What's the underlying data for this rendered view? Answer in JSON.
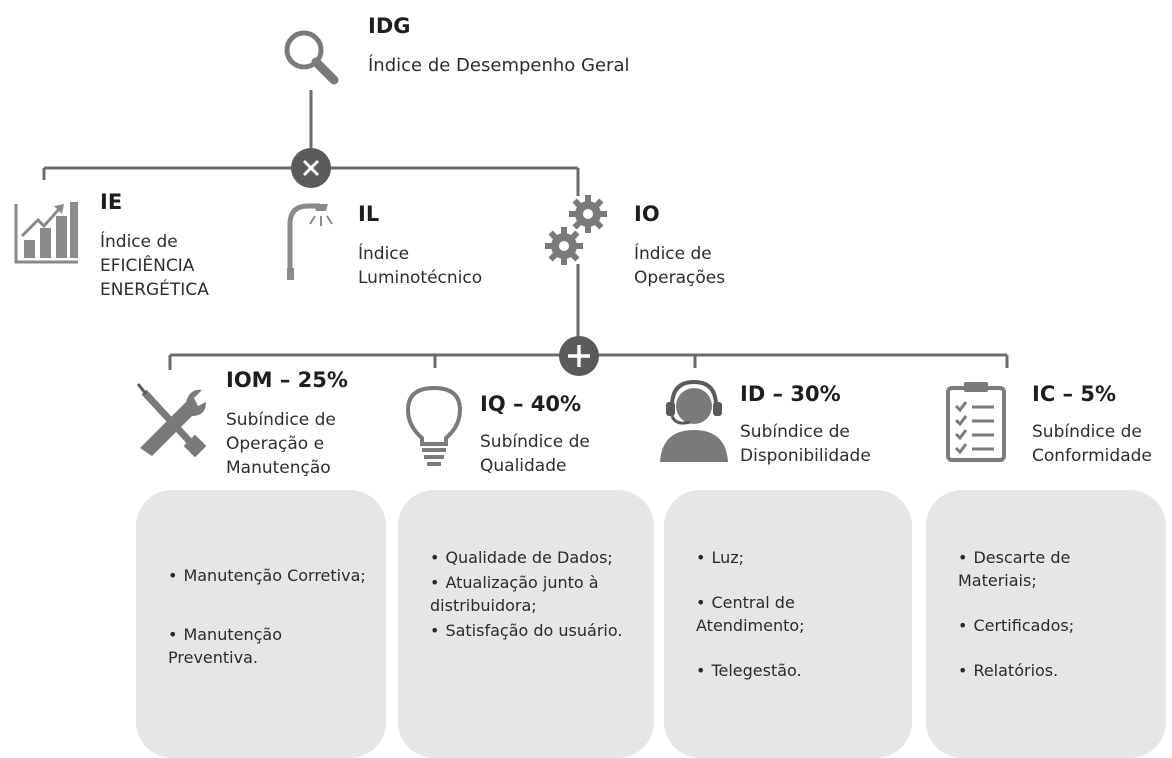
{
  "idg": {
    "code": "IDG",
    "name": "Índice de Desempenho Geral"
  },
  "operators": {
    "multiply": "×",
    "plus": "+"
  },
  "indices": [
    {
      "code": "IE",
      "lines": "Índice de\nEFICIÊNCIA\nENERGÉTICA",
      "icon": "bar-chart-icon"
    },
    {
      "code": "IL",
      "lines": "Índice\nLuminotécnico",
      "icon": "street-lamp-icon"
    },
    {
      "code": "IO",
      "lines": "Índice de\nOperações",
      "icon": "gears-icon"
    }
  ],
  "subindices": [
    {
      "code": "IOM – 25%",
      "lines": "Subíndice de\nOperação e\nManutenção",
      "icon": "tools-icon",
      "items": [
        "Manutenção Corretiva;",
        "Manutenção Preventiva."
      ]
    },
    {
      "code": "IQ – 40%",
      "lines": "Subíndice de\nQualidade",
      "icon": "lightbulb-icon",
      "items": [
        "Qualidade de Dados;",
        "Atualização junto à distribuidora;",
        "Satisfação do usuário."
      ]
    },
    {
      "code": "ID – 30%",
      "lines": "Subíndice de\nDisponibilidade",
      "icon": "headset-user-icon",
      "items": [
        "Luz;",
        "Central de Atendimento;",
        "Telegestão."
      ]
    },
    {
      "code": "IC – 5%",
      "lines": "Subíndice de\nConformidade",
      "icon": "checklist-icon",
      "items": [
        "Descarte de Materiais;",
        "Certificados;",
        "Relatórios."
      ]
    }
  ],
  "colors": {
    "line": "#6b6b6b",
    "node": "#5a5a5a",
    "icon": "#7a7a7a",
    "box": "#e6e6e6"
  }
}
